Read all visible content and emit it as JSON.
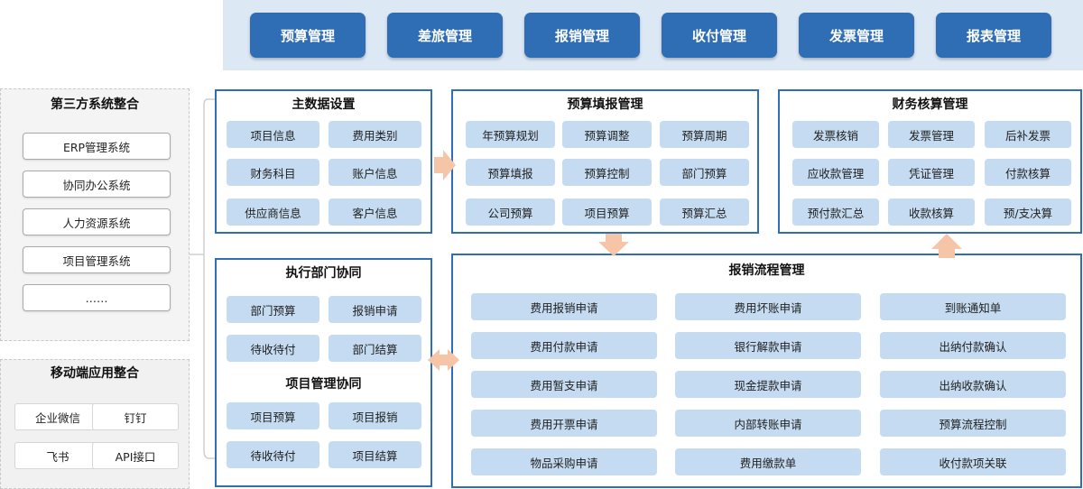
{
  "top_nav": [
    "预算管理",
    "差旅管理",
    "报销管理",
    "收付管理",
    "发票管理",
    "报表管理"
  ],
  "third_party": {
    "title": "第三方系统整合",
    "items": [
      "ERP管理系统",
      "协同办公系统",
      "人力资源系统",
      "项目管理系统",
      "……"
    ]
  },
  "mobile": {
    "title": "移动端应用整合",
    "items": [
      "企业微信",
      "钉钉",
      "飞书",
      "API接口"
    ]
  },
  "master_data": {
    "title": "主数据设置",
    "items": [
      "项目信息",
      "费用类别",
      "财务科目",
      "账户信息",
      "供应商信息",
      "客户信息"
    ]
  },
  "budget": {
    "title": "预算填报管理",
    "items": [
      "年预算规划",
      "预算调整",
      "预算周期",
      "预算填报",
      "预算控制",
      "部门预算",
      "公司预算",
      "项目预算",
      "预算汇总"
    ]
  },
  "finance": {
    "title": "财务核算管理",
    "items": [
      "发票核销",
      "发票管理",
      "后补发票",
      "应收款管理",
      "凭证管理",
      "付款核算",
      "预付款汇总",
      "收款核算",
      "预/支决算"
    ]
  },
  "dept_collab": {
    "title": "执行部门协同",
    "items": [
      "部门预算",
      "报销申请",
      "待收待付",
      "部门结算"
    ]
  },
  "project_collab": {
    "title": "项目管理协同",
    "items": [
      "项目预算",
      "项目报销",
      "待收待付",
      "项目结算"
    ]
  },
  "reimburse": {
    "title": "报销流程管理",
    "items": [
      "费用报销申请",
      "费用坏账申请",
      "到账通知单",
      "费用付款申请",
      "银行解款申请",
      "出纳付款确认",
      "费用暂支申请",
      "现金提款申请",
      "出纳收款确认",
      "费用开票申请",
      "内部转账申请",
      "预算流程控制",
      "物品采购申请",
      "费用缴款单",
      "收付款项关联"
    ]
  },
  "colors": {
    "primary": "#2f6db5",
    "cell": "#c4dbf1",
    "arrow": "#f6c4a6",
    "nav_bg": "#dde8f5"
  }
}
